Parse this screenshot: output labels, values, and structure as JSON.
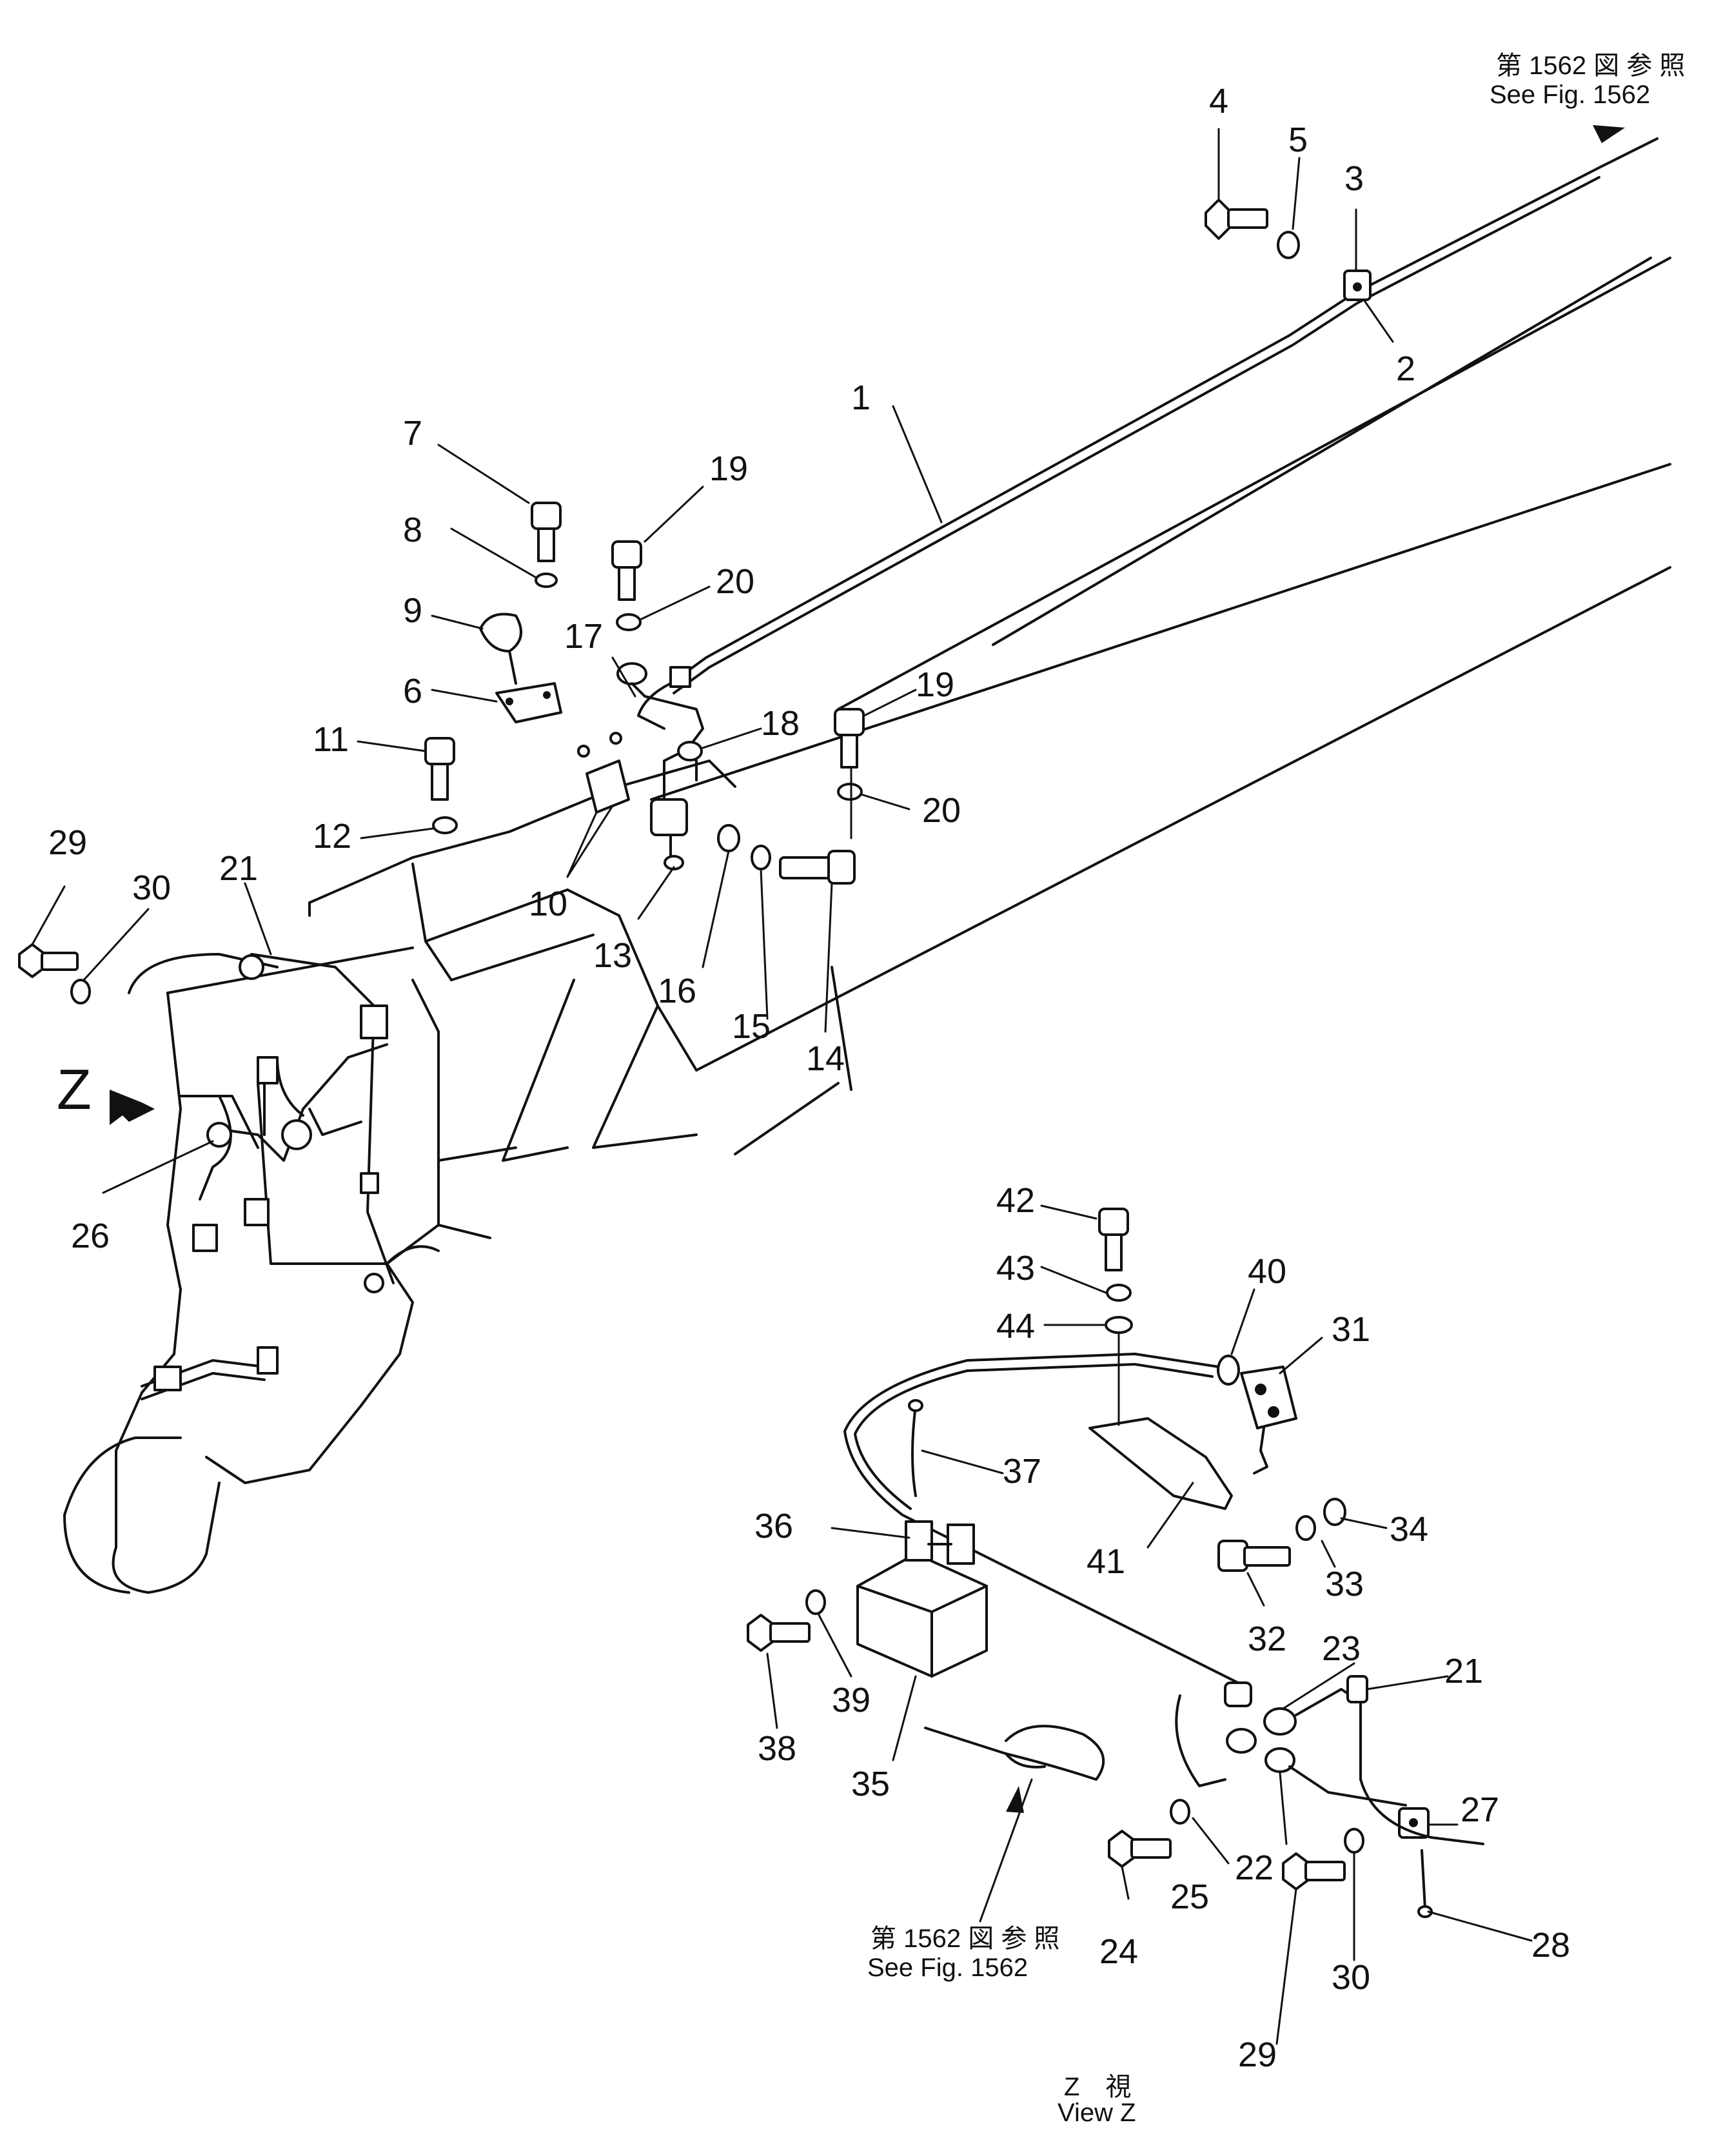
{
  "references": {
    "top_jp": "第 1562 図 参 照",
    "top_en": "See Fig. 1562",
    "bottom_jp": "第 1562 図 参 照",
    "bottom_en": "See Fig. 1562"
  },
  "view": {
    "arrow_label": "Z",
    "caption_jp": "Z　視",
    "caption_en": "View Z"
  },
  "callouts": {
    "c1": "1",
    "c2": "2",
    "c3": "3",
    "c4": "4",
    "c5": "5",
    "c6": "6",
    "c7": "7",
    "c8": "8",
    "c9": "9",
    "c10": "10",
    "c11": "11",
    "c12": "12",
    "c13": "13",
    "c14": "14",
    "c15": "15",
    "c16": "16",
    "c17": "17",
    "c18": "18",
    "c19a": "19",
    "c20a": "20",
    "c19b": "19",
    "c20b": "20",
    "c21a": "21",
    "c26": "26",
    "c29a": "29",
    "c30a": "30",
    "c21b": "21",
    "c22": "22",
    "c23": "23",
    "c24": "24",
    "c25": "25",
    "c27": "27",
    "c28": "28",
    "c29b": "29",
    "c30b": "30",
    "c31": "31",
    "c32": "32",
    "c33": "33",
    "c34": "34",
    "c35": "35",
    "c36": "36",
    "c37": "37",
    "c38": "38",
    "c39": "39",
    "c40": "40",
    "c41": "41",
    "c42": "42",
    "c43": "43",
    "c44": "44"
  }
}
